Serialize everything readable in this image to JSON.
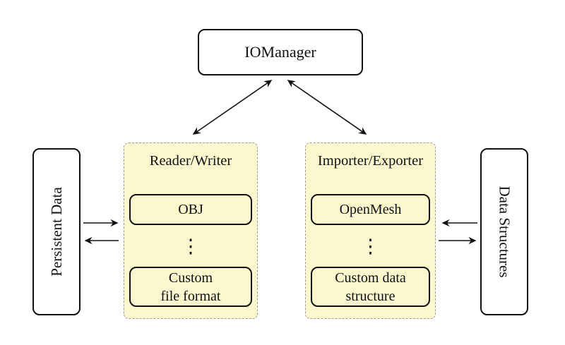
{
  "diagram": {
    "iomanager": {
      "label": "IOManager"
    },
    "persistent_data": {
      "label": "Persistent Data"
    },
    "data_structures": {
      "label": "Data Structures"
    },
    "groups": [
      {
        "title": "Reader/Writer",
        "items": [
          "OBJ",
          "Custom\nfile format"
        ],
        "ellipsis": "⋮"
      },
      {
        "title": "Importer/Exporter",
        "items": [
          "OpenMesh",
          "Custom data\nstructure"
        ],
        "ellipsis": "⋮"
      }
    ],
    "connections": [
      "IOManager <-> Reader/Writer",
      "IOManager <-> Importer/Exporter",
      "Persistent Data -> Reader/Writer",
      "Reader/Writer -> Persistent Data",
      "Data Structures -> Importer/Exporter",
      "Importer/Exporter -> Data Structures"
    ],
    "colors": {
      "group_fill": "#fbf8ce",
      "group_border": "#9b9b9b",
      "node_border": "#111111",
      "background": "#ffffff",
      "arrow": "#111111"
    }
  }
}
